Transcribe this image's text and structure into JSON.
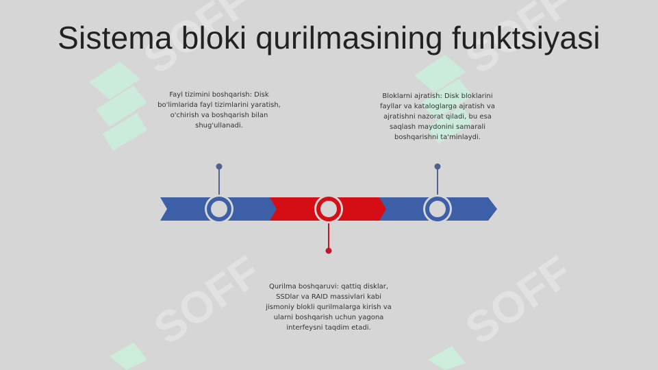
{
  "slide": {
    "title": "Sistema bloki qurilmasining funktsiyasi"
  },
  "watermark": {
    "text": "SOFF",
    "color": "#ccefdc"
  },
  "timeline": {
    "colors": {
      "blue": "#3d5fa8",
      "red": "#d40e14",
      "stem_blue": "#51618f",
      "stem_red": "#c0182a"
    },
    "milestones": [
      {
        "text": "Fayl tizimini boshqarish: Disk bo'limlarida fayl tizimlarini yaratish, o'chirish va boshqarish bilan shug'ullanadi.",
        "color": "blue"
      },
      {
        "text": "Qurilma boshqaruvi: qattiq disklar, SSDlar va RAID massivlari kabi jismoniy blokli qurilmalarga kirish va ularni boshqarish uchun yagona interfeysni taqdim etadi.",
        "color": "red"
      },
      {
        "text": "Bloklarni ajratish: Disk bloklarini fayllar va kataloglarga ajratish va ajratishni nazorat qiladi, bu esa saqlash maydonini samarali boshqarishni ta'minlaydi.",
        "color": "blue"
      }
    ]
  }
}
